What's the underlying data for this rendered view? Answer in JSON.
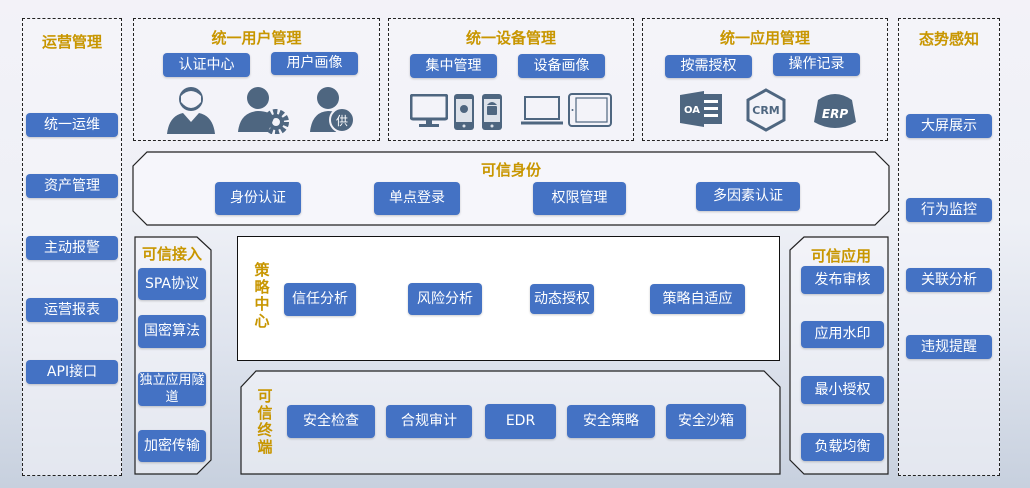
{
  "ops": {
    "title": "运营管理",
    "items": [
      "统一运维",
      "资产管理",
      "主动报警",
      "运营报表",
      "API接口"
    ]
  },
  "awareness": {
    "title": "态势感知",
    "items": [
      "大屏展示",
      "行为监控",
      "关联分析",
      "违规提醒"
    ]
  },
  "user_mgmt": {
    "title": "统一用户管理",
    "buttons": [
      "认证中心",
      "用户画像"
    ],
    "icons": [
      "user-icon",
      "user-settings-icon",
      "supplier-user-icon"
    ],
    "supplier_badge": "供"
  },
  "device_mgmt": {
    "title": "统一设备管理",
    "buttons": [
      "集中管理",
      "设备画像"
    ],
    "icons": [
      "desktop-icon",
      "iphone-icon",
      "android-phone-icon",
      "laptop-icon",
      "tablet-icon"
    ]
  },
  "app_mgmt": {
    "title": "统一应用管理",
    "buttons": [
      "按需授权",
      "操作记录"
    ],
    "icons": [
      "oa-icon",
      "crm-icon",
      "erp-icon"
    ],
    "icon_labels": [
      "OA",
      "CRM",
      "ERP"
    ]
  },
  "identity": {
    "title": "可信身份",
    "buttons": [
      "身份认证",
      "单点登录",
      "权限管理",
      "多因素认证"
    ]
  },
  "access": {
    "title": "可信接入",
    "buttons": [
      "SPA协议",
      "国密算法",
      "独立应用隧道",
      "加密传输"
    ]
  },
  "policy": {
    "title": "策略中心",
    "buttons": [
      "信任分析",
      "风险分析",
      "动态授权",
      "策略自适应"
    ]
  },
  "terminal": {
    "title": "可信终端",
    "buttons": [
      "安全检查",
      "合规审计",
      "EDR",
      "安全策略",
      "安全沙箱"
    ]
  },
  "trusted_app": {
    "title": "可信应用",
    "buttons": [
      "发布审核",
      "应用水印",
      "最小授权",
      "负载均衡"
    ]
  },
  "colors": {
    "button": "#4472c4",
    "title": "#c89600",
    "icon": "#4e6680"
  }
}
